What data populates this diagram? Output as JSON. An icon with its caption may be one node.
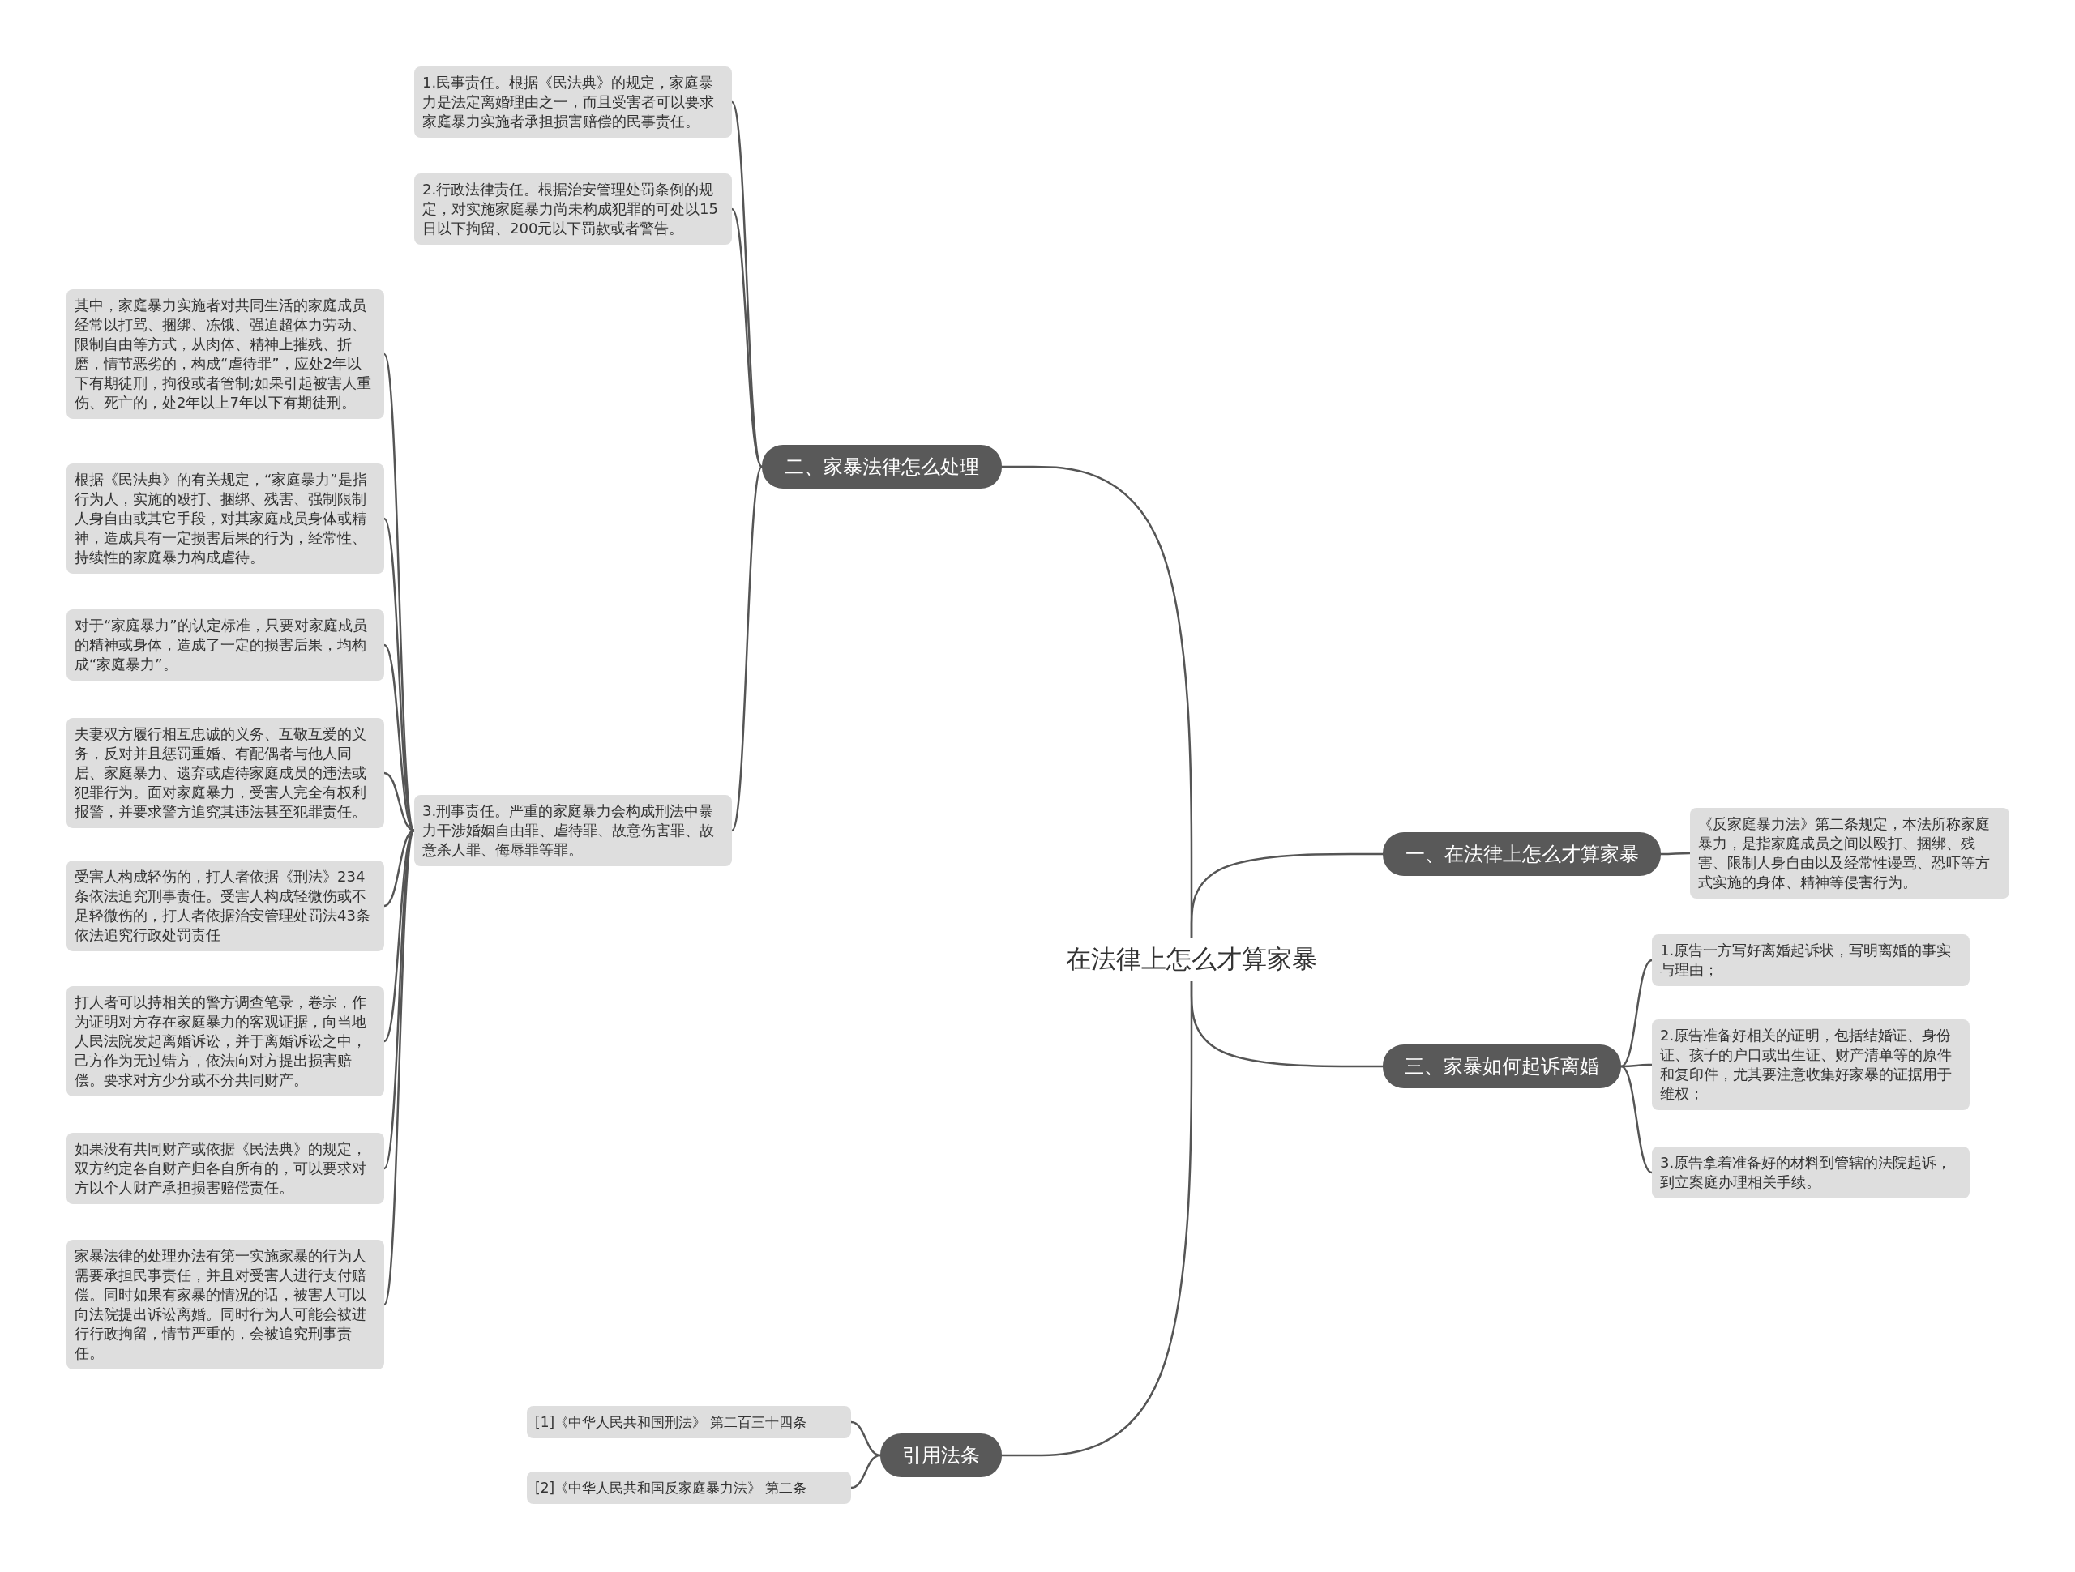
{
  "diagram": {
    "nodes": [
      {
        "text": [
          "在法律上怎么才算家暴"
        ]
      },
      {
        "text": [
          "二、家暴法律怎么处理"
        ]
      },
      {
        "text": [
          "1.民事责任。根据《民法典》的规定，家庭暴力是法定离婚理由之一，而且受害者可以要求家庭暴力实施者承担损害赔偿的民事责任。"
        ]
      },
      {
        "text": [
          "2.行政法律责任。根据治安管理处罚条例的规定，对实施家庭暴力尚未构成犯罪的可处以15日以下拘留、200元以下罚款或者警告。"
        ]
      },
      {
        "text": [
          "3.刑事责任。严重的家庭暴力会构成刑法中暴力干涉婚姻自由罪、虐待罪、故意伤害罪、故意杀人罪、侮辱罪等罪。"
        ]
      },
      {
        "text": [
          "其中，家庭暴力实施者对共同生活的家庭成员经常以打骂、捆绑、冻饿、强迫超体力劳动、限制自由等方式，从肉体、精神上摧残、折磨，情节恶劣的，构成“虐待罪”，应处2年以下有期徒刑，拘役或者管制;如果引起被害人重伤、死亡的，处2年以上7年以下有期徒刑。"
        ]
      },
      {
        "text": [
          "根据《民法典》的有关规定，“家庭暴力”是指行为人，实施的殴打、捆绑、残害、强制限制人身自由或其它手段，对其家庭成员身体或精神，造成具有一定损害后果的行为，经常性、持续性的家庭暴力构成虐待。"
        ]
      },
      {
        "text": [
          "对于“家庭暴力”的认定标准，只要对家庭成员的精神或身体，造成了一定的损害后果，均构成“家庭暴力”。"
        ]
      },
      {
        "text": [
          "夫妻双方履行相互忠诚的义务、互敬互爱的义务，反对并且惩罚重婚、有配偶者与他人同居、家庭暴力、遗弃或虐待家庭成员的违法或犯罪行为。面对家庭暴力，受害人完全有权利报警，并要求警方追究其违法甚至犯罪责任。"
        ]
      },
      {
        "text": [
          "受害人构成轻伤的，打人者依据《刑法》234条依法追究刑事责任。受害人构成轻微伤或不足轻微伤的，打人者依据治安管理处罚法43条依法追究行政处罚责任"
        ]
      },
      {
        "text": [
          "打人者可以持相关的警方调查笔录，卷宗，作为证明对方存在家庭暴力的客观证据，向当地人民法院发起离婚诉讼，并于离婚诉讼之中，己方作为无过错方，依法向对方提出损害赔偿。要求对方少分或不分共同财产。"
        ]
      },
      {
        "text": [
          "如果没有共同财产或依据《民法典》的规定，双方约定各自财产归各自所有的，可以要求对方以个人财产承担损害赔偿责任。"
        ]
      },
      {
        "text": [
          "家暴法律的处理办法有第一实施家暴的行为人需要承担民事责任，并且对受害人进行支付赔偿。同时如果有家暴的情况的话，被害人可以向法院提出诉讼离婚。同时行为人可能会被进行行政拘留，情节严重的，会被追究刑事责任。"
        ]
      },
      {
        "text": [
          "一、在法律上怎么才算家暴"
        ]
      },
      {
        "text": [
          "《反家庭暴力法》第二条规定，本法所称家庭暴力，是指家庭成员之间以殴打、捆绑、残害、限制人身自由以及经常性谩骂、恐吓等方式实施的身体、精神等侵害行为。"
        ]
      },
      {
        "text": [
          "三、家暴如何起诉离婚"
        ]
      },
      {
        "text": [
          "1.原告一方写好离婚起诉状，写明离婚的事实与理由；"
        ]
      },
      {
        "text": [
          "2.原告准备好相关的证明，包括结婚证、身份证、孩子的户口或出生证、财产清单等的原件和复印件，尤其要注意收集好家暴的证据用于维权；"
        ]
      },
      {
        "text": [
          "3.原告拿着准备好的材料到管辖的法院起诉，到立案庭办理相关手续。"
        ]
      },
      {
        "text": [
          "引用法条"
        ]
      },
      {
        "text": [
          "[1]《中华人民共和国刑法》 第二百三十四条"
        ]
      },
      {
        "text": [
          "[2]《中华人民共和国反家庭暴力法》 第二条"
        ]
      }
    ],
    "edges": [
      {
        "from": 0,
        "to": 1,
        "arrow": "none"
      },
      {
        "from": 1,
        "to": 2,
        "arrow": "none"
      },
      {
        "from": 1,
        "to": 3,
        "arrow": "none"
      },
      {
        "from": 1,
        "to": 4,
        "arrow": "none"
      },
      {
        "from": 4,
        "to": 5,
        "arrow": "none"
      },
      {
        "from": 4,
        "to": 6,
        "arrow": "none"
      },
      {
        "from": 4,
        "to": 7,
        "arrow": "none"
      },
      {
        "from": 4,
        "to": 8,
        "arrow": "none"
      },
      {
        "from": 4,
        "to": 9,
        "arrow": "none"
      },
      {
        "from": 4,
        "to": 10,
        "arrow": "none"
      },
      {
        "from": 4,
        "to": 11,
        "arrow": "none"
      },
      {
        "from": 4,
        "to": 12,
        "arrow": "none"
      },
      {
        "from": 0,
        "to": 13,
        "arrow": "none"
      },
      {
        "from": 13,
        "to": 14,
        "arrow": "none"
      },
      {
        "from": 0,
        "to": 15,
        "arrow": "none"
      },
      {
        "from": 15,
        "to": 16,
        "arrow": "none"
      },
      {
        "from": 15,
        "to": 17,
        "arrow": "none"
      },
      {
        "from": 15,
        "to": 18,
        "arrow": "none"
      },
      {
        "from": 0,
        "to": 19,
        "arrow": "none"
      },
      {
        "from": 19,
        "to": 20,
        "arrow": "none"
      },
      {
        "from": 19,
        "to": 21,
        "arrow": "none"
      }
    ]
  }
}
